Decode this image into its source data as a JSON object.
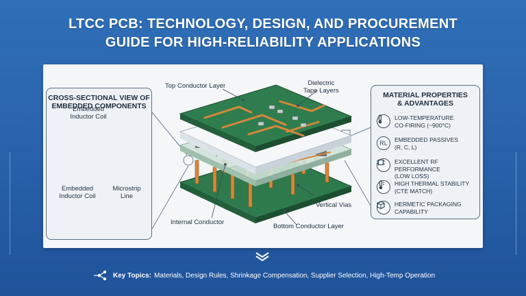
{
  "title": {
    "line1": "LTCC PCB: TECHNOLOGY, DESIGN, AND PROCUREMENT",
    "line2": "GUIDE FOR HIGH-RELIABILITY APPLICATIONS"
  },
  "left_panel": {
    "heading_line1": "CROSS-SECTIONAL VIEW OF",
    "heading_line2": "EMBEDDED COMPONENTS",
    "label_coil_top_1": "Embedded",
    "label_coil_top_2": "Inductor Coil",
    "label_coil_bottom_1": "Embedded",
    "label_coil_bottom_2": "Inductor Coil",
    "label_microstrip_1": "Microstrip",
    "label_microstrip_2": "Line"
  },
  "center_labels": {
    "top_conductor": "Top Conductor Layer",
    "dielectric_1": "Dielectric",
    "dielectric_2": "Tape Layers",
    "vertical_vias": "Vertical Vias",
    "internal_conductor": "Internal Conductor",
    "bottom_conductor": "Bottom Conductor Layer"
  },
  "right_panel": {
    "heading_line1": "MATERIAL PROPERTIES",
    "heading_line2": "& ADVANTAGES",
    "items": [
      {
        "icon": "thermometer-icon",
        "line1": "LOW-TEMPERATURE",
        "line2": "CO-FIRING (~900°C)"
      },
      {
        "icon": "rlc-icon",
        "glyph": "RL",
        "line1": "EMBEDDED PASSIVES",
        "line2": "(R, C, L)"
      },
      {
        "icon": "chip-icon",
        "line1": "EXCELLENT RF PERFORMANCE",
        "line2": "(LOW LOSS)"
      },
      {
        "icon": "thermal-icon",
        "line1": "HIGH THERMAL STABILITY",
        "line2": "(CTE MATCH)"
      },
      {
        "icon": "package-icon",
        "line1": "HERMETIC PACKAGING",
        "line2": "CAPABILITY"
      }
    ]
  },
  "footer": {
    "key_label": "Key Topics:",
    "topics": "Materials, Design Rules, Shrinkage Compensation, Supplier Selection, High-Temp Operation"
  },
  "colors": {
    "background": "#2a64ad",
    "board_green": "#2f7d4e",
    "copper": "#d98a3a",
    "dielectric": "#e9eef2"
  }
}
